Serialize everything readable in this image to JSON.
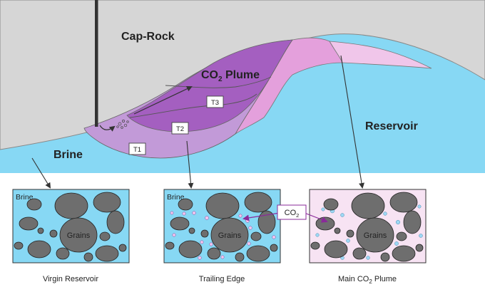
{
  "labels": {
    "caprock": "Cap-Rock",
    "plume_main": "CO",
    "plume_sub": "2",
    "plume_rest": " Plume",
    "reservoir": "Reservoir",
    "brine": "Brine",
    "t1": "T1",
    "t2": "T2",
    "t3": "T3"
  },
  "panels": [
    {
      "title": "Brine",
      "grains_label": "Grains",
      "caption": "Virgin Reservoir"
    },
    {
      "title": "Brine",
      "grains_label": "Grains",
      "caption": "Trailing Edge"
    },
    {
      "title": "",
      "grains_label": "Grains",
      "caption_main": "Main CO",
      "caption_sub": "2",
      "caption_rest": " Plume"
    }
  ],
  "co2_box": {
    "main": "CO",
    "sub": "2"
  },
  "colors": {
    "caprock": "#d6d6d6",
    "brine": "#87d8f4",
    "plume_dark": "#a45fc0",
    "plume_light": "#c29ad8",
    "plume_pink": "#e4a0dc",
    "plume_pale": "#f0c6ea",
    "grain": "#6e6e6e",
    "panel_pink": "#f7e3f3",
    "co2_arrow": "#8a2a9a"
  }
}
